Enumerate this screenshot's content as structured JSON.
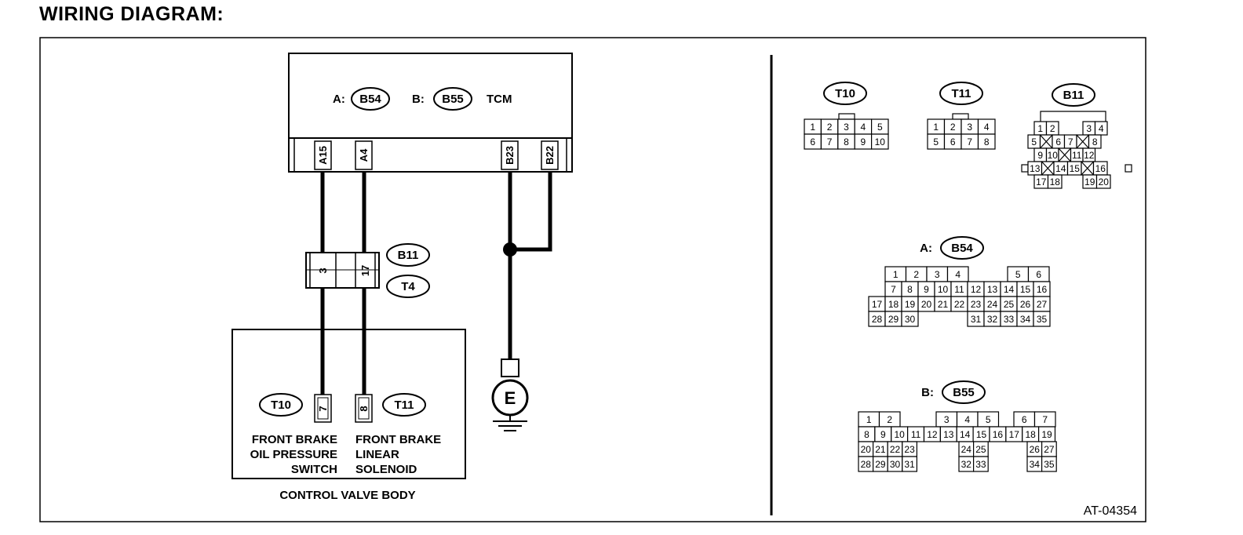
{
  "title": "WIRING DIAGRAM:",
  "tcm": {
    "label": "TCM",
    "conn_a_prefix": "A:",
    "conn_a": "B54",
    "conn_b_prefix": "B:",
    "conn_b": "B55",
    "pins": [
      "A15",
      "A4",
      "B23",
      "B22"
    ]
  },
  "harness_connector": {
    "codes": [
      "B11",
      "T4"
    ],
    "pins": [
      "3",
      "17"
    ]
  },
  "control_valve_body": {
    "label": "CONTROL VALVE BODY",
    "switch_connector": "T10",
    "switch_pin": "7",
    "switch_label": [
      "FRONT BRAKE",
      "OIL PRESSURE",
      "SWITCH"
    ],
    "solenoid_connector": "T11",
    "solenoid_pin": "8",
    "solenoid_label": [
      "FRONT BRAKE",
      "LINEAR",
      "SOLENOID"
    ]
  },
  "ground": {
    "label": "E"
  },
  "connectors": {
    "t10": {
      "code": "T10",
      "row1": [
        "1",
        "2",
        "3",
        "4",
        "5"
      ],
      "row2": [
        "6",
        "7",
        "8",
        "9",
        "10"
      ]
    },
    "t11": {
      "code": "T11",
      "row1": [
        "1",
        "2",
        "3",
        "4"
      ],
      "row2": [
        "5",
        "6",
        "7",
        "8"
      ]
    },
    "b11": {
      "code": "B11",
      "row1": [
        "1",
        "2",
        "3",
        "4"
      ],
      "row2": [
        "5",
        "6",
        "7",
        "8"
      ],
      "row3": [
        "9",
        "10",
        "11",
        "12"
      ],
      "row4": [
        "13",
        "14",
        "15",
        "16"
      ],
      "row5": [
        "17",
        "18",
        "19",
        "20"
      ]
    },
    "b54": {
      "prefix": "A:",
      "code": "B54",
      "row1": [
        "1",
        "2",
        "3",
        "4",
        "5",
        "6"
      ],
      "row2": [
        "7",
        "8",
        "9",
        "10",
        "11",
        "12",
        "13",
        "14",
        "15",
        "16"
      ],
      "row3": [
        "17",
        "18",
        "19",
        "20",
        "21",
        "22",
        "23",
        "24",
        "25",
        "26",
        "27"
      ],
      "row4": [
        "28",
        "29",
        "30",
        "31",
        "32",
        "33",
        "34",
        "35"
      ]
    },
    "b55": {
      "prefix": "B:",
      "code": "B55",
      "row1": [
        "1",
        "2",
        "3",
        "4",
        "5",
        "6",
        "7"
      ],
      "row2": [
        "8",
        "9",
        "10",
        "11",
        "12",
        "13",
        "14",
        "15",
        "16",
        "17",
        "18",
        "19"
      ],
      "row3": [
        "20",
        "21",
        "22",
        "23",
        "24",
        "25",
        "26",
        "27"
      ],
      "row4": [
        "28",
        "29",
        "30",
        "31",
        "32",
        "33",
        "34",
        "35"
      ]
    }
  },
  "figure_id": "AT-04354"
}
